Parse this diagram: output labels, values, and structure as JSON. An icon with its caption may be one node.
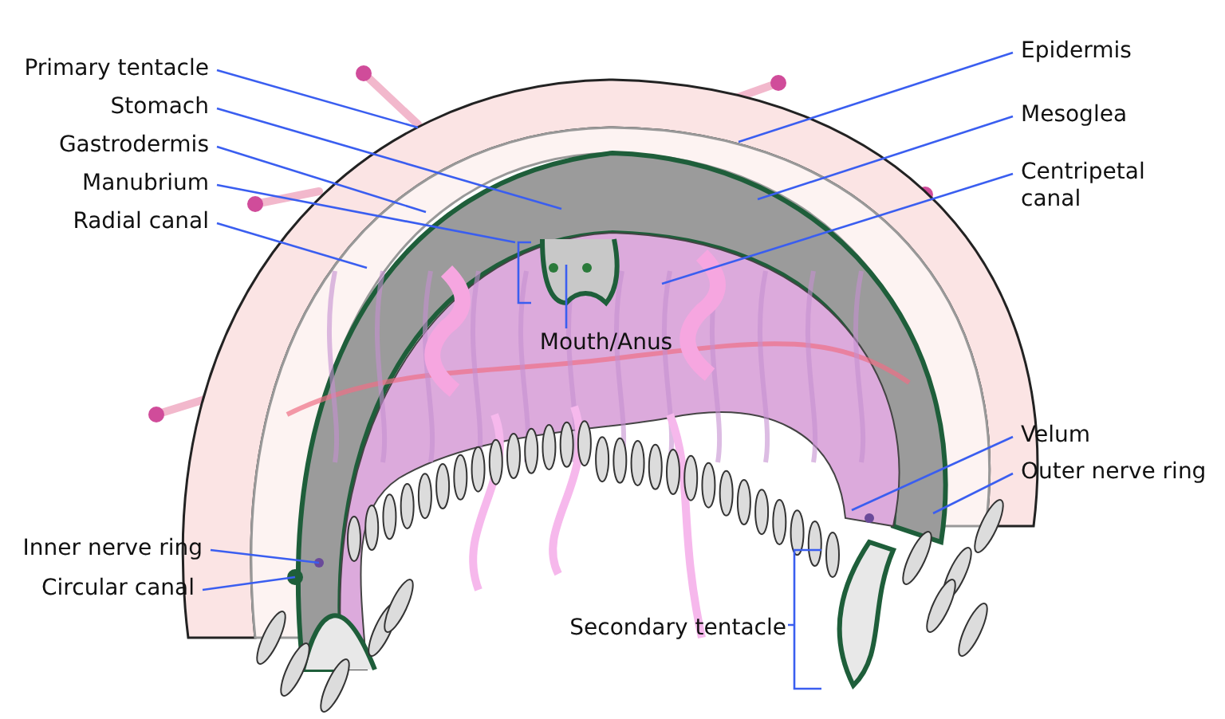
{
  "diagram": {
    "nodes": [
      {
        "text": [
          "Primary tentacle"
        ]
      },
      {
        "text": [
          "Stomach"
        ]
      },
      {
        "text": [
          "Gastrodermis"
        ]
      },
      {
        "text": [
          "Manubrium"
        ]
      },
      {
        "text": [
          "Radial canal"
        ]
      },
      {
        "text": [
          "Epidermis"
        ]
      },
      {
        "text": [
          "Mesoglea"
        ]
      },
      {
        "text": [
          "Centripetal canal"
        ]
      },
      {
        "text": [
          "Mouth/Anus"
        ]
      },
      {
        "text": [
          "Velum"
        ]
      },
      {
        "text": [
          "Outer nerve ring"
        ]
      },
      {
        "text": [
          "Inner nerve ring"
        ]
      },
      {
        "text": [
          "Circular canal"
        ]
      },
      {
        "text": [
          "Secondary tentacle"
        ]
      }
    ],
    "edges": [
      {
        "from": 0,
        "to": null,
        "arrow": "none"
      },
      {
        "from": 1,
        "to": null,
        "arrow": "none"
      },
      {
        "from": 2,
        "to": null,
        "arrow": "none"
      },
      {
        "from": 3,
        "to": null,
        "arrow": "none"
      },
      {
        "from": 4,
        "to": null,
        "arrow": "none"
      },
      {
        "from": 5,
        "to": null,
        "arrow": "none"
      },
      {
        "from": 6,
        "to": null,
        "arrow": "none"
      },
      {
        "from": 7,
        "to": null,
        "arrow": "none"
      },
      {
        "from": 8,
        "to": null,
        "arrow": "none"
      },
      {
        "from": 9,
        "to": null,
        "arrow": "none"
      },
      {
        "from": 10,
        "to": null,
        "arrow": "none"
      },
      {
        "from": 11,
        "to": null,
        "arrow": "none"
      },
      {
        "from": 12,
        "to": null,
        "arrow": "none"
      }
    ]
  }
}
